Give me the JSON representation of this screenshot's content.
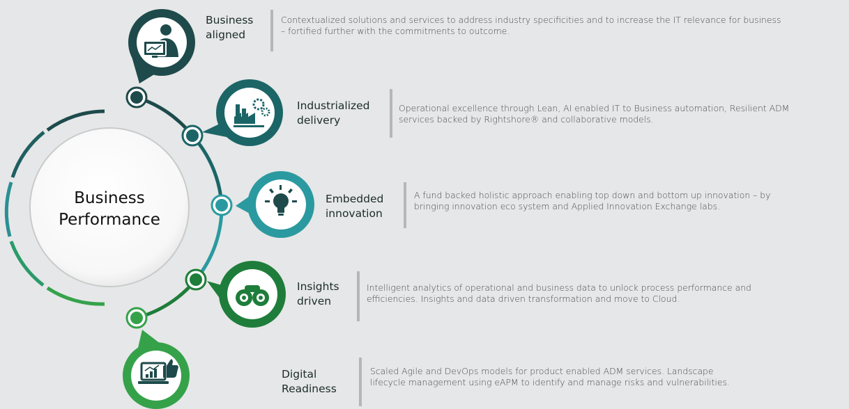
{
  "center": {
    "line1": "Business",
    "line2": "Performance"
  },
  "colors": {
    "c1": "#1e4a4b",
    "c2": "#1b6567",
    "c3": "#2a9aa0",
    "c4": "#1e7d3a",
    "c5": "#35a24a",
    "background": "#e6e7e8"
  },
  "items": [
    {
      "title1": "Business",
      "title2": "aligned",
      "icon": "user-analytics-icon",
      "desc": [
        "Contextualized solutions and services to address industry specificities and to increase the IT relevance for business",
        "– fortified further with the commitments to outcome."
      ]
    },
    {
      "title1": "Industrialized",
      "title2": "delivery",
      "icon": "factory-gears-icon",
      "desc": [
        "Operational excellence through Lean, AI enabled IT to Business automation, Resilient ADM",
        "services backed by Rightshore® and collaborative models."
      ]
    },
    {
      "title1": "Embedded",
      "title2": "innovation",
      "icon": "lightbulb-icon",
      "desc": [
        "A fund backed holistic approach enabling top down and bottom up innovation – by",
        "bringing innovation eco system and Applied Innovation Exchange labs."
      ]
    },
    {
      "title1": "Insights",
      "title2": "driven",
      "icon": "binoculars-icon",
      "desc": [
        "Intelligent analytics of operational and business data to unlock process performance and",
        "efficiencies. Insights and data driven transformation and move to Cloud."
      ]
    },
    {
      "title1": "Digital",
      "title2": "Readiness",
      "icon": "laptop-thumbs-up-icon",
      "desc": [
        "Scaled Agile and DevOps models for product enabled ADM services. Landscape",
        "lifecycle management using eAPM to identify and manage risks and vulnerabilities."
      ]
    }
  ]
}
